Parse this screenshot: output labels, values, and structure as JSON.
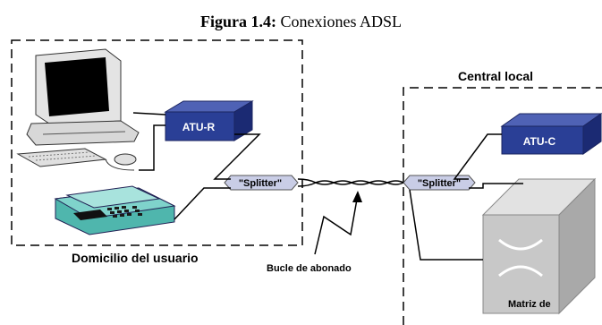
{
  "figure": {
    "number": "Figura 1.4:",
    "caption": "Conexiones ADSL"
  },
  "labels": {
    "home": "Domicilio del usuario",
    "central": "Central local",
    "atu_r": "ATU-R",
    "atu_c": "ATU-C",
    "splitter_left": "\"Splitter\"",
    "splitter_right": "\"Splitter\"",
    "loop": "Bucle de abonado",
    "matrix": "Matriz de"
  },
  "colors": {
    "modem_blue": "#2a3f96",
    "splitter_fill": "#c9cde6",
    "phone_teal": "#4fb6ad",
    "switch_gray": "#c8c8c8"
  }
}
